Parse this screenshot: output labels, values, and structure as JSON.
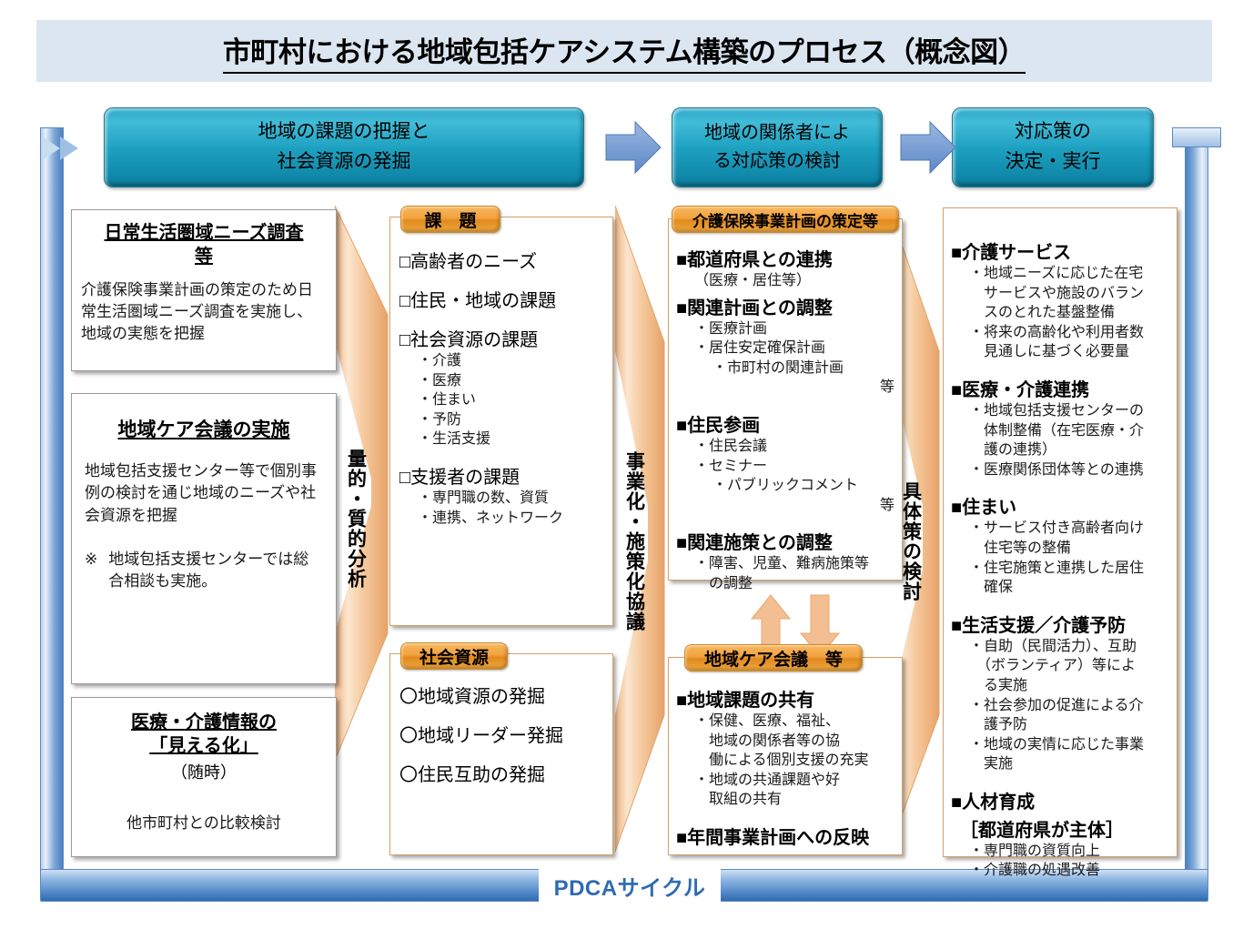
{
  "title": "市町村における地域包括ケアシステム構築のプロセス（概念図）",
  "stages": [
    {
      "name": "stage-grasp",
      "line1": "地域の課題の把握と",
      "line2": "社会資源の発掘"
    },
    {
      "name": "stage-examine",
      "line1": "地域の関係者によ",
      "line2": "る対応策の検討"
    },
    {
      "name": "stage-decide",
      "line1": "対応策の",
      "line2": "決定・実行"
    }
  ],
  "ribbons": {
    "analysis": "量的・質的分析",
    "planning": "事業化・施策化協議",
    "concrete": "具体策の検討"
  },
  "column1": {
    "card1": {
      "title_line1": "日常生活圏域ニーズ調査",
      "title_line2": "等",
      "body": "介護保険事業計画の策定のため日常生活圏域ニーズ調査を実施し、地域の実態を把握"
    },
    "card2": {
      "title": "地域ケア会議の実施",
      "body": "地域包括支援センター等で個別事例の検討を通じ地域のニーズや社会資源を把握",
      "note_mark": "※",
      "note": "地域包括支援センターでは総合相談も実施。"
    },
    "card3": {
      "title_line1": "医療・介護情報の",
      "title_line2": "「見える化」",
      "subtitle": "（随時）",
      "body": "他市町村との比較検討"
    }
  },
  "column2": {
    "card1": {
      "pill": "課　題",
      "items": [
        {
          "level": 0,
          "text": "□高齢者のニーズ",
          "gap": true
        },
        {
          "level": 0,
          "text": "□住民・地域の課題",
          "gap": true
        },
        {
          "level": 0,
          "text": "□社会資源の課題"
        },
        {
          "level": 1,
          "text": "・介護"
        },
        {
          "level": 1,
          "text": "・医療"
        },
        {
          "level": 1,
          "text": "・住まい"
        },
        {
          "level": 1,
          "text": "・予防"
        },
        {
          "level": 1,
          "text": "・生活支援",
          "gap": true
        },
        {
          "level": 0,
          "text": "□支援者の課題"
        },
        {
          "level": 1,
          "text": "・専門職の数、資質"
        },
        {
          "level": 1,
          "text": "・連携、ネットワーク"
        }
      ]
    },
    "card2": {
      "pill": "社会資源",
      "items": [
        {
          "level": 0,
          "text": "〇地域資源の発掘",
          "gap": true
        },
        {
          "level": 0,
          "text": "〇地域リーダー発掘",
          "gap": true
        },
        {
          "level": 0,
          "text": "〇住民互助の発掘"
        }
      ]
    }
  },
  "column3": {
    "card1": {
      "pill": "介護保険事業計画の策定等",
      "items": [
        {
          "level": 0,
          "text": "■都道府県との連携"
        },
        {
          "level": 1,
          "text": "（医療・居住等）"
        },
        {
          "level": 0,
          "text": "■関連計画との調整"
        },
        {
          "level": 1,
          "text": "・医療計画"
        },
        {
          "level": 1,
          "text": "・居住安定確保計画"
        },
        {
          "level": 2,
          "text": "・市町村の関連計画"
        },
        {
          "level": 2,
          "text": "等",
          "align": "right",
          "gap": true
        },
        {
          "level": 0,
          "text": "■住民参画"
        },
        {
          "level": 1,
          "text": "・住民会議"
        },
        {
          "level": 1,
          "text": "・セミナー"
        },
        {
          "level": 2,
          "text": "・パブリックコメント"
        },
        {
          "level": 2,
          "text": "等",
          "align": "right",
          "gap": true
        },
        {
          "level": 0,
          "text": "■関連施策との調整"
        },
        {
          "level": 1,
          "text": "・障害、児童、難病施策等"
        },
        {
          "level": 1,
          "text": "　の調整"
        }
      ]
    },
    "card2": {
      "pill": "地域ケア会議　等",
      "items": [
        {
          "level": 0,
          "text": "■地域課題の共有"
        },
        {
          "level": 1,
          "text": "・保健、医療、福祉、"
        },
        {
          "level": 1,
          "text": "　地域の関係者等の協"
        },
        {
          "level": 1,
          "text": "　働による個別支援の充実"
        },
        {
          "level": 1,
          "text": "・地域の共通課題や好"
        },
        {
          "level": 1,
          "text": "　取組の共有",
          "gap": true
        },
        {
          "level": 0,
          "text": "■年間事業計画への反映"
        }
      ]
    }
  },
  "column4": {
    "card1": {
      "items": [
        {
          "level": 0,
          "text": "■介護サービス"
        },
        {
          "level": 1,
          "text": "・地域ニーズに応じた在宅"
        },
        {
          "level": 1,
          "text": "　サービスや施設のバラン"
        },
        {
          "level": 1,
          "text": "　スのとれた基盤整備"
        },
        {
          "level": 1,
          "text": "・将来の高齢化や利用者数"
        },
        {
          "level": 1,
          "text": "　見通しに基づく必要量",
          "gap": true
        },
        {
          "level": 0,
          "text": "■医療・介護連携"
        },
        {
          "level": 1,
          "text": "・地域包括支援センターの"
        },
        {
          "level": 1,
          "text": "　体制整備（在宅医療・介"
        },
        {
          "level": 1,
          "text": "　護の連携）"
        },
        {
          "level": 1,
          "text": "・医療関係団体等との連携",
          "gap": true
        },
        {
          "level": 0,
          "text": "■住まい"
        },
        {
          "level": 1,
          "text": "・サービス付き高齢者向け"
        },
        {
          "level": 1,
          "text": "　住宅等の整備"
        },
        {
          "level": 1,
          "text": "・住宅施策と連携した居住"
        },
        {
          "level": 1,
          "text": "　確保",
          "gap": true
        },
        {
          "level": 0,
          "text": "■生活支援／介護予防"
        },
        {
          "level": 1,
          "text": "・自助（民間活力）、互助"
        },
        {
          "level": 1,
          "text": "　（ボランティア）等によ"
        },
        {
          "level": 1,
          "text": "　る実施"
        },
        {
          "level": 1,
          "text": "・社会参加の促進による介"
        },
        {
          "level": 1,
          "text": "　護予防"
        },
        {
          "level": 1,
          "text": "・地域の実情に応じた事業"
        },
        {
          "level": 1,
          "text": "　実施",
          "gap": true
        },
        {
          "level": 0,
          "text": "■人材育成"
        },
        {
          "level": 0,
          "text": "　［都道府県が主体］"
        },
        {
          "level": 1,
          "text": "・専門職の資質向上"
        },
        {
          "level": 1,
          "text": "・介護職の処遇改善"
        }
      ]
    }
  },
  "footer": {
    "pdca": "PDCAサイクル"
  },
  "colors": {
    "title_band": "#dce6f1",
    "stage_teal": "#1da0c0",
    "pill_orange": "#f2a23e",
    "ribbon_tan": "#f6cda4",
    "frame_blue": "#4f86c6",
    "pdca_text": "#2e6bb0"
  }
}
